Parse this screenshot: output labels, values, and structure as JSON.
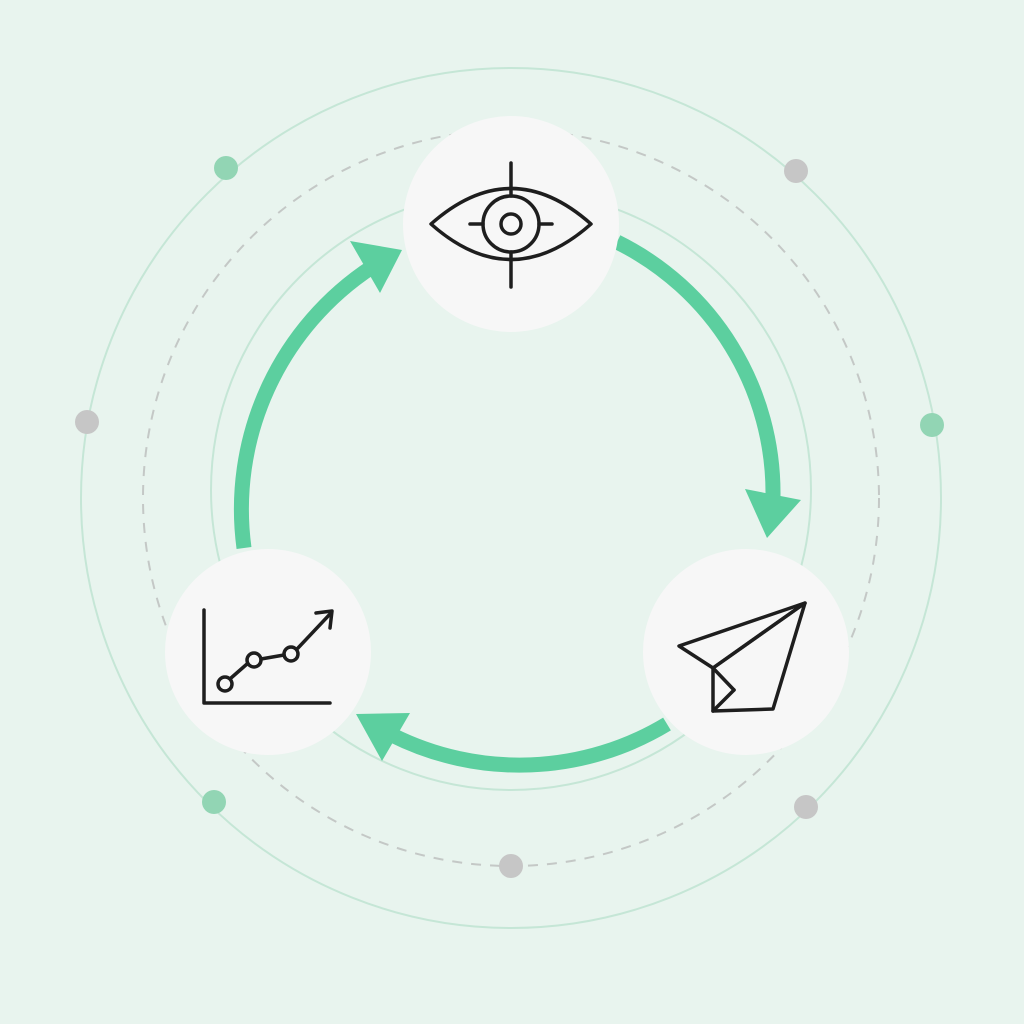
{
  "colors": {
    "background": "#e8f4ee",
    "accent": "#5ccf9f",
    "ring_line": "#c5e6d6",
    "dashed_ring": "#c4c8c6",
    "dot_green": "#92d5b4",
    "dot_gray": "#c6c6c6",
    "node_fill": "#f7f7f7",
    "icon_stroke": "#1e1e1e"
  },
  "nodes": [
    {
      "id": "observe",
      "icon": "eye-target-icon"
    },
    {
      "id": "send",
      "icon": "paper-plane-icon"
    },
    {
      "id": "analyze",
      "icon": "growth-chart-icon"
    }
  ],
  "flow": [
    {
      "from": "observe",
      "to": "send"
    },
    {
      "from": "send",
      "to": "analyze"
    },
    {
      "from": "analyze",
      "to": "observe"
    }
  ],
  "decor_dots": [
    {
      "color": "green"
    },
    {
      "color": "gray"
    },
    {
      "color": "gray"
    },
    {
      "color": "green"
    },
    {
      "color": "green"
    },
    {
      "color": "gray"
    },
    {
      "color": "gray"
    }
  ]
}
